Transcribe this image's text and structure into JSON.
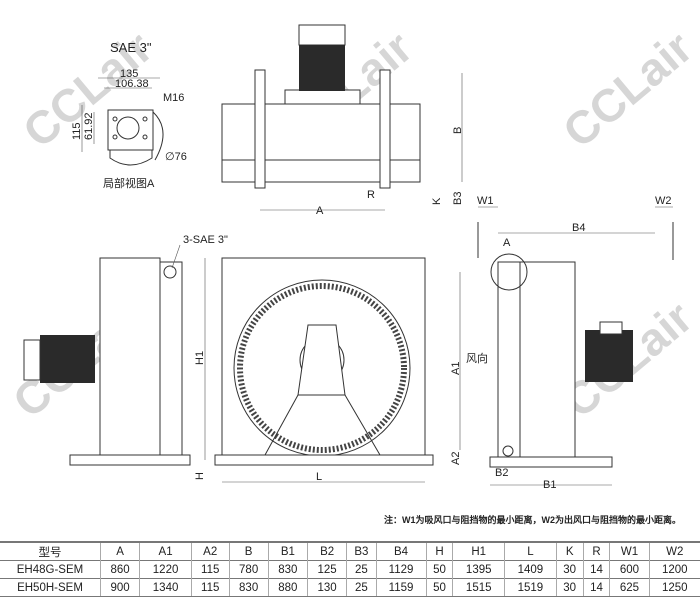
{
  "watermark": "CCLair",
  "detail_view": {
    "title": "SAE 3\"",
    "dim_135": "135",
    "dim_10638": "106.38",
    "dim_m16": "M16",
    "dim_115": "115",
    "dim_6192": "61.92",
    "dim_76": "∅76",
    "caption": "局部视图A"
  },
  "top_view": {
    "A": "A",
    "B": "B",
    "R": "R",
    "K": "K",
    "B3": "B3"
  },
  "front_view": {
    "port": "3-SAE 3\"",
    "H1": "H1",
    "H": "H",
    "L": "L"
  },
  "side_view": {
    "W1": "W1",
    "W2": "W2",
    "B4": "B4",
    "A": "A",
    "A1": "A1",
    "A2": "A2",
    "B1": "B1",
    "B2": "B2",
    "airflow": "风向"
  },
  "note": "注：W1为吸风口与阻挡物的最小距离，W2为出风口与阻挡物的最小距离。",
  "table": {
    "headers": [
      "型号",
      "A",
      "A1",
      "A2",
      "B",
      "B1",
      "B2",
      "B3",
      "B4",
      "H",
      "H1",
      "L",
      "K",
      "R",
      "W1",
      "W2"
    ],
    "rows": [
      [
        "EH48G-SEM",
        "860",
        "1220",
        "115",
        "780",
        "830",
        "125",
        "25",
        "1129",
        "50",
        "1395",
        "1409",
        "30",
        "14",
        "600",
        "1200"
      ],
      [
        "EH50H-SEM",
        "900",
        "1340",
        "115",
        "830",
        "880",
        "130",
        "25",
        "1159",
        "50",
        "1515",
        "1519",
        "30",
        "14",
        "625",
        "1250"
      ]
    ]
  }
}
